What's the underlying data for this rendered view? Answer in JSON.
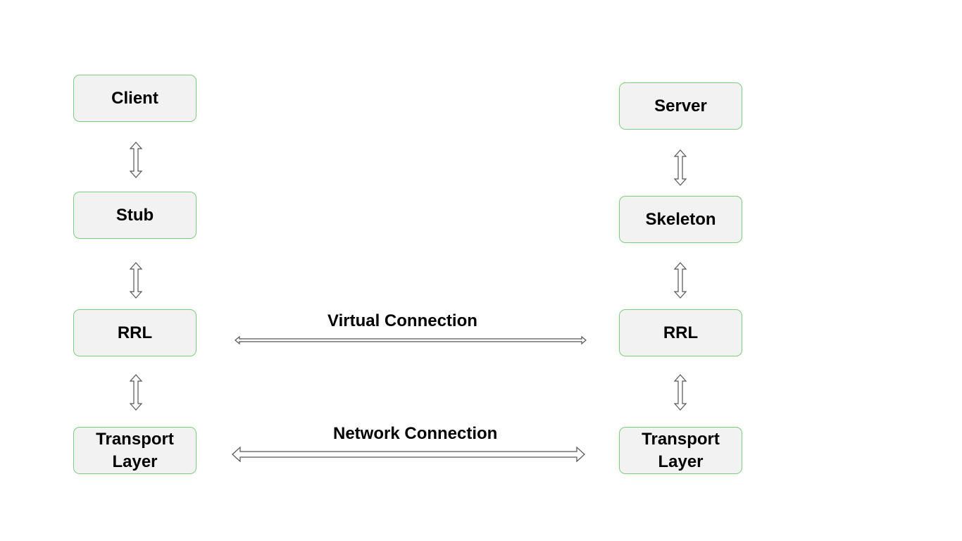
{
  "client_side": {
    "client": "Client",
    "stub": "Stub",
    "rrl": "RRL",
    "transport": "Transport\nLayer"
  },
  "server_side": {
    "server": "Server",
    "skeleton": "Skeleton",
    "rrl": "RRL",
    "transport": "Transport\nLayer"
  },
  "connections": {
    "virtual": "Virtual Connection",
    "network": "Network Connection"
  },
  "colors": {
    "node_border": "#7ccf7c",
    "node_fill": "#f2f2f2",
    "arrow_stroke": "#555555"
  }
}
